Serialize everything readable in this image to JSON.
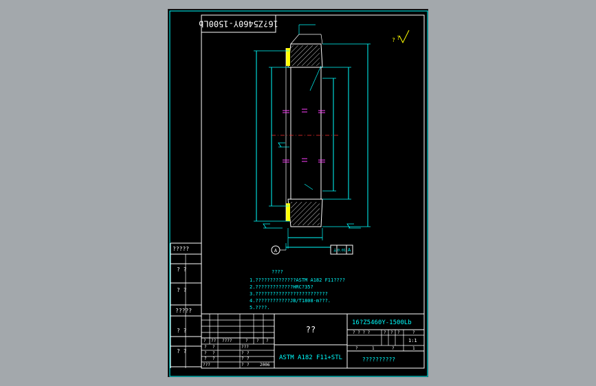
{
  "drawing": {
    "part_number_top": "16?Z5460Y-1500Lb",
    "part_number_title": "16?Z5460Y-1500Lb",
    "part_name": "??",
    "material": "ASTM  A182  F11+STL",
    "company": "??????????",
    "year": "2006",
    "scale": "1:1",
    "datum_label": "A",
    "gdt_value": "0.01",
    "gdt_datum": "A",
    "tech_req_title": "????",
    "tech_req_lines": [
      "1.??????????????ASTM  A182  F11????",
      "2.?????????????HRC?35?",
      "3.?????????????????????????",
      "4.????????????JB/T1808-m???.",
      "5.????."
    ],
    "side_labels": [
      "?????",
      "?  ?",
      "?  ?",
      "?????",
      "?  ?",
      "?  ?"
    ],
    "rev_header": [
      "?",
      "??",
      "????",
      "?",
      "?",
      "?"
    ],
    "sign_rows": [
      [
        "?",
        "?",
        "???"
      ],
      [
        "?",
        "?",
        "?",
        "?"
      ],
      [
        "?",
        "?",
        "?",
        "?"
      ],
      [
        "???",
        "",
        "?",
        "?"
      ]
    ],
    "sheet_header": [
      "? ? ? ?",
      "?",
      "?",
      "?",
      "?"
    ],
    "sheet_row2": [
      "?",
      "1",
      "?",
      "1"
    ]
  },
  "colors": {
    "frame": "#00ffff",
    "linework": "#ffffff",
    "hatch_fill": "#ffff00",
    "centerline": "#ff0000",
    "bolt_marks": "#ff40ff",
    "paper": "#000000",
    "background": "#a3a8ac"
  }
}
